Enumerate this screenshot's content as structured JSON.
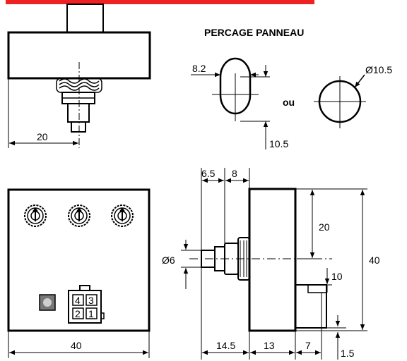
{
  "colors": {
    "banner": "#ee2222",
    "stroke": "#000000",
    "background": "#ffffff",
    "led": "#777777"
  },
  "panel_cutout": {
    "title": "PERCAGE PANNEAU",
    "width_dim": "8.2",
    "height_dim": "10.5",
    "or_text": "ou",
    "diameter_dim": "Ø10.5"
  },
  "top_view": {
    "offset_dim": "20"
  },
  "front_view": {
    "width_dim": "40",
    "connector_pins": [
      "4",
      "3",
      "2",
      "1"
    ],
    "knob_count": 3
  },
  "side_view": {
    "dims_top": [
      "6.5",
      "8"
    ],
    "dim_20": "20",
    "dim_40": "40",
    "dim_10": "10",
    "dim_phi6": "Ø6",
    "dims_bottom": [
      "14.5",
      "13",
      "7"
    ],
    "dim_1_5": "1.5"
  }
}
